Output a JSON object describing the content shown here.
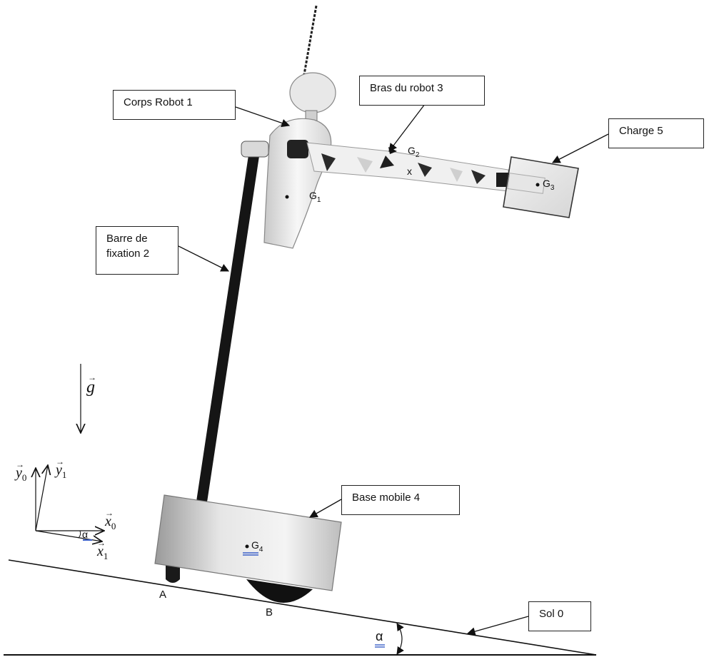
{
  "callouts": {
    "corps_robot": "Corps Robot 1",
    "bras_robot": "Bras du robot 3",
    "charge": "Charge 5",
    "barre_line1": "Barre de",
    "barre_line2": "fixation 2",
    "base_mobile": "Base mobile 4",
    "sol": "Sol 0"
  },
  "points": {
    "g1": "G",
    "g1_sub": "1",
    "g2": "G",
    "g2_sub": "2",
    "g3": "G",
    "g3_sub": "3",
    "g4": "G",
    "g4_sub": "4",
    "x_mark": "x",
    "a": "A",
    "b": "B"
  },
  "vectors": {
    "g": "g",
    "y0": "y",
    "y0_sub": "0",
    "y1": "y",
    "y1_sub": "1",
    "x0": "x",
    "x0_sub": "0",
    "x1": "x",
    "x1_sub": "1"
  },
  "angles": {
    "alpha_frame": "α",
    "alpha_ground": "α"
  },
  "colors": {
    "line": "#111111",
    "bar": "#1a1a1a",
    "underline_blue": "#3a5fc8"
  }
}
